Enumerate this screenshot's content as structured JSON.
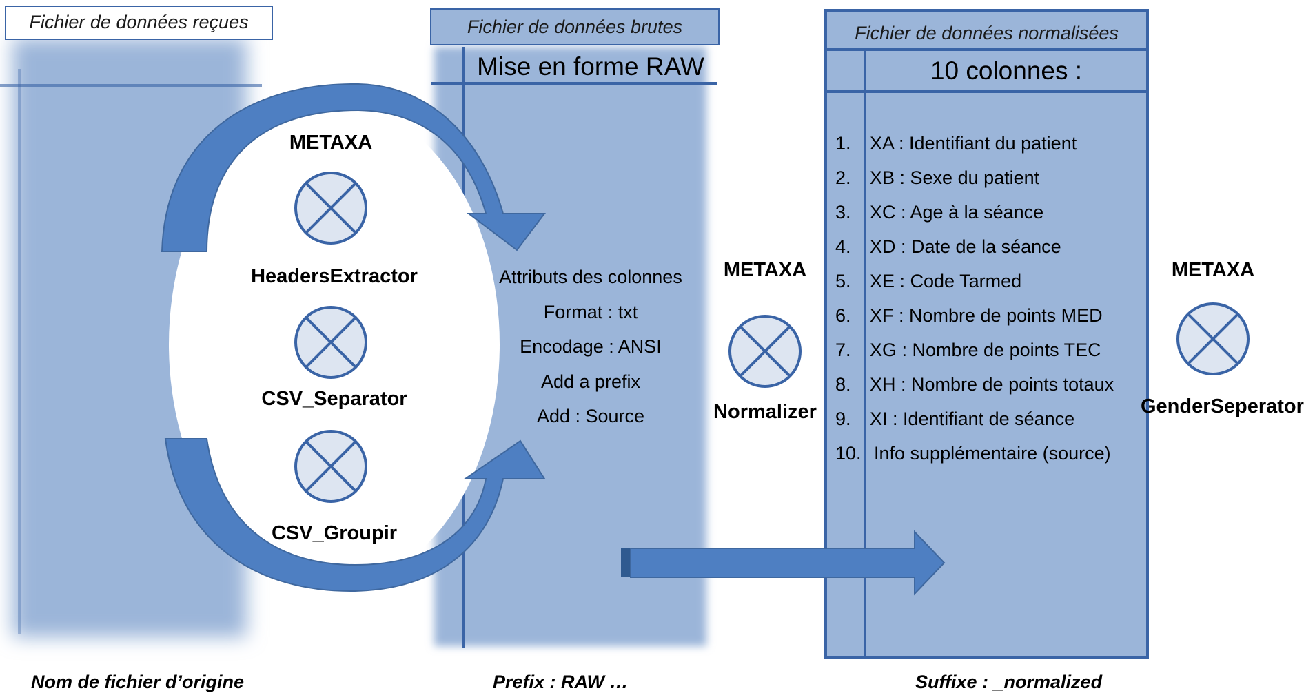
{
  "panels": {
    "received": {
      "title": "Fichier de données reçues",
      "footer": "Nom  de fichier d’origine"
    },
    "raw": {
      "title": "Fichier de données brutes",
      "subtitle": "Mise en forme RAW",
      "footer": "Prefix : RAW …",
      "attributes": [
        "Attributs des colonnes",
        "Format : txt",
        "Encodage : ANSI",
        "Add a prefix",
        "Add : Source"
      ]
    },
    "normalized": {
      "title": "Fichier de données normalisées",
      "subtitle": "10 colonnes :",
      "footer": "Suffixe : _normalized",
      "columns": [
        {
          "num": "1.",
          "label": "XA : Identifiant du patient"
        },
        {
          "num": "2.",
          "label": "XB : Sexe du patient"
        },
        {
          "num": "3.",
          "label": "XC : Age à la séance"
        },
        {
          "num": "4.",
          "label": "XD : Date de la séance"
        },
        {
          "num": "5.",
          "label": "XE : Code Tarmed"
        },
        {
          "num": "6.",
          "label": "XF : Nombre de points MED"
        },
        {
          "num": "7.",
          "label": "XG : Nombre de points TEC"
        },
        {
          "num": "8.",
          "label": "XH : Nombre de points totaux"
        },
        {
          "num": "9.",
          "label": "XI  :  Identifiant de séance"
        },
        {
          "num": "10.",
          "label": "Info supplémentaire (source)"
        }
      ]
    }
  },
  "processors": {
    "metaxa_label": "METAXA",
    "headers_extractor": "HeadersExtractor",
    "csv_separator": "CSV_Separator",
    "csv_groupir": "CSV_Groupir",
    "normalizer": "Normalizer",
    "gender_separator": "GenderSeperator"
  },
  "colors": {
    "panel_fill": "#9bb5d9",
    "border": "#3a64a6",
    "arrow": "#4e7fc2",
    "arrow_dark": "#3f689f",
    "node_fill": "#dde5f1"
  },
  "icons": {
    "process_node": "crossed-circle-icon"
  }
}
